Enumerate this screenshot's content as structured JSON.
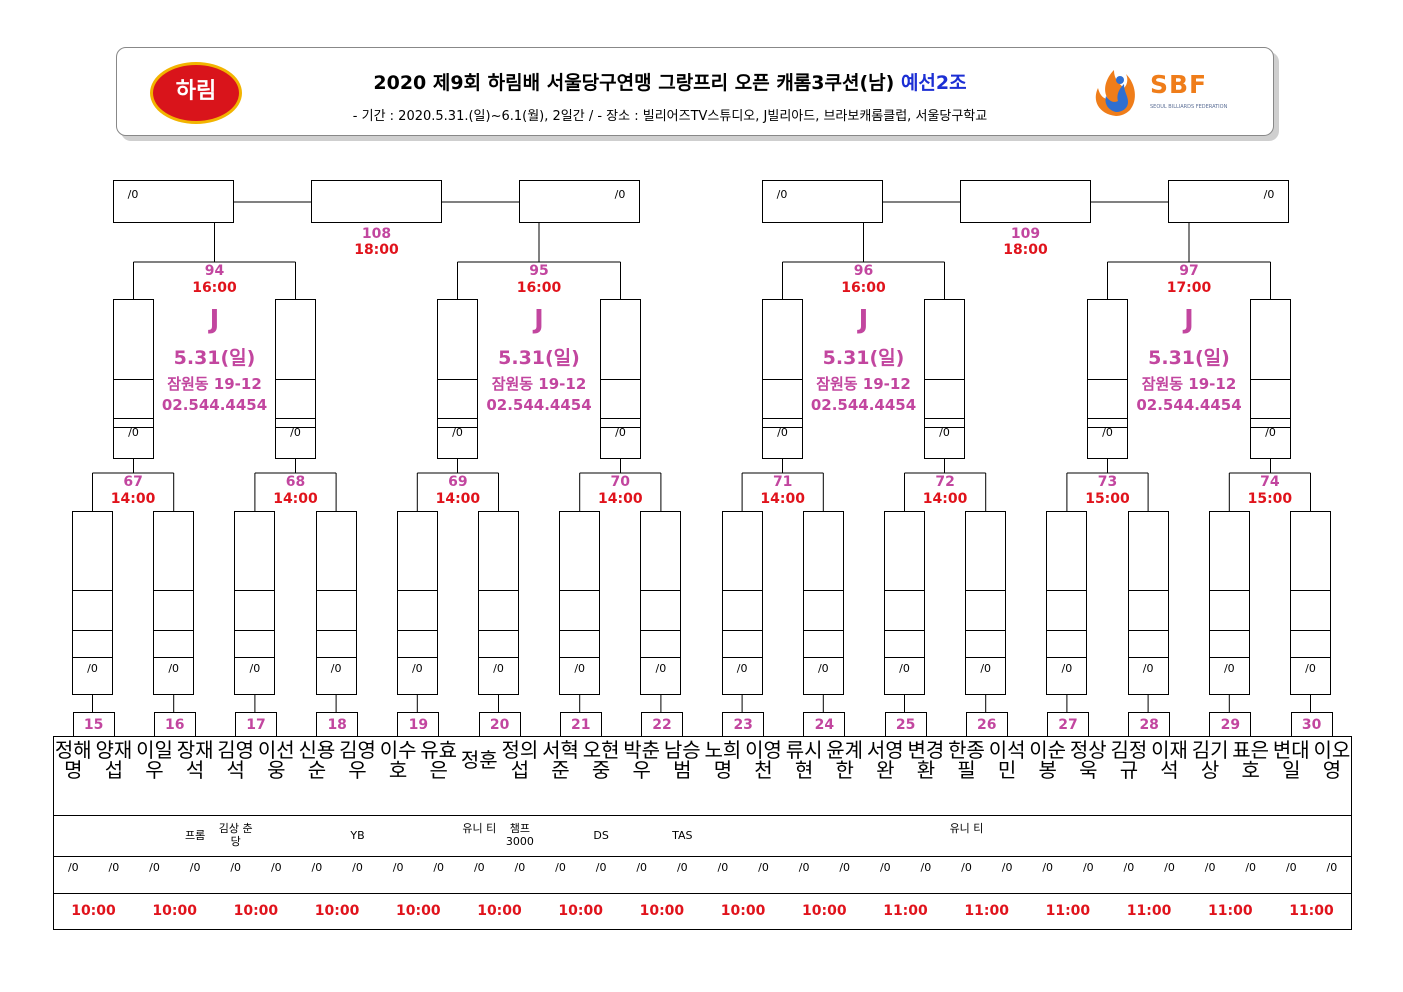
{
  "header": {
    "logo_text": "하림",
    "title_main": "2020 제9회 하림배 서울당구연맹 그랑프리 오픈 캐롬3쿠션(남)",
    "title_group": "예선2조",
    "subtitle": "- 기간 : 2020.5.31.(일)~6.1(월), 2일간 / - 장소 : 빌리어즈TV스튜디오, J빌리아드, 브라보캐롬클럽, 서울당구학교",
    "sbf_text": "SBF",
    "sbf_sub": "SEOUL BILLIARDS FEDERATION"
  },
  "score_mark": "/0",
  "colors": {
    "match_number": "#c2469f",
    "time": "#e0131c",
    "group": "#1c2fd4"
  },
  "finals": [
    {
      "no": "108",
      "time": "18:00"
    },
    {
      "no": "109",
      "time": "18:00"
    }
  ],
  "semis": [
    {
      "no": "94",
      "time": "16:00",
      "venue": "J",
      "date": "5.31(일)",
      "addr": "잠원동 19-12",
      "phone": "02.544.4454"
    },
    {
      "no": "95",
      "time": "16:00",
      "venue": "J",
      "date": "5.31(일)",
      "addr": "잠원동 19-12",
      "phone": "02.544.4454"
    },
    {
      "no": "96",
      "time": "16:00",
      "venue": "J",
      "date": "5.31(일)",
      "addr": "잠원동 19-12",
      "phone": "02.544.4454"
    },
    {
      "no": "97",
      "time": "17:00",
      "venue": "J",
      "date": "5.31(일)",
      "addr": "잠원동 19-12",
      "phone": "02.544.4454"
    }
  ],
  "quarters": [
    {
      "no": "67",
      "time": "14:00"
    },
    {
      "no": "68",
      "time": "14:00"
    },
    {
      "no": "69",
      "time": "14:00"
    },
    {
      "no": "70",
      "time": "14:00"
    },
    {
      "no": "71",
      "time": "14:00"
    },
    {
      "no": "72",
      "time": "14:00"
    },
    {
      "no": "73",
      "time": "15:00"
    },
    {
      "no": "74",
      "time": "15:00"
    }
  ],
  "matches": [
    {
      "no": "15",
      "time": "10:00",
      "players": [
        {
          "name": "정해명",
          "club": ""
        },
        {
          "name": "양재섭",
          "club": ""
        }
      ]
    },
    {
      "no": "16",
      "time": "10:00",
      "players": [
        {
          "name": "이일우",
          "club": ""
        },
        {
          "name": "장재석",
          "club": "프롬"
        }
      ]
    },
    {
      "no": "17",
      "time": "10:00",
      "players": [
        {
          "name": "김영석",
          "club": "김상 춘당"
        },
        {
          "name": "이선웅",
          "club": ""
        }
      ]
    },
    {
      "no": "18",
      "time": "10:00",
      "players": [
        {
          "name": "신용순",
          "club": ""
        },
        {
          "name": "김영우",
          "club": "YB"
        }
      ]
    },
    {
      "no": "19",
      "time": "10:00",
      "players": [
        {
          "name": "이수호",
          "club": ""
        },
        {
          "name": "유효은",
          "club": ""
        }
      ]
    },
    {
      "no": "20",
      "time": "10:00",
      "players": [
        {
          "name": "정훈",
          "club": "유니 티"
        },
        {
          "name": "정의섭",
          "club": "챔프 3000"
        }
      ]
    },
    {
      "no": "21",
      "time": "10:00",
      "players": [
        {
          "name": "서혁준",
          "club": ""
        },
        {
          "name": "오현중",
          "club": "DS"
        }
      ]
    },
    {
      "no": "22",
      "time": "10:00",
      "players": [
        {
          "name": "박춘우",
          "club": ""
        },
        {
          "name": "남승범",
          "club": "TAS"
        }
      ]
    },
    {
      "no": "23",
      "time": "10:00",
      "players": [
        {
          "name": "노희명",
          "club": ""
        },
        {
          "name": "이영천",
          "club": ""
        }
      ]
    },
    {
      "no": "24",
      "time": "10:00",
      "players": [
        {
          "name": "류시현",
          "club": ""
        },
        {
          "name": "윤계한",
          "club": ""
        }
      ]
    },
    {
      "no": "25",
      "time": "11:00",
      "players": [
        {
          "name": "서영완",
          "club": ""
        },
        {
          "name": "변경환",
          "club": ""
        }
      ]
    },
    {
      "no": "26",
      "time": "11:00",
      "players": [
        {
          "name": "한종필",
          "club": "유니 티"
        },
        {
          "name": "이석민",
          "club": ""
        }
      ]
    },
    {
      "no": "27",
      "time": "11:00",
      "players": [
        {
          "name": "이순봉",
          "club": ""
        },
        {
          "name": "정상욱",
          "club": ""
        }
      ]
    },
    {
      "no": "28",
      "time": "11:00",
      "players": [
        {
          "name": "김정규",
          "club": ""
        },
        {
          "name": "이재석",
          "club": ""
        }
      ]
    },
    {
      "no": "29",
      "time": "11:00",
      "players": [
        {
          "name": "김기상",
          "club": ""
        },
        {
          "name": "표은호",
          "club": ""
        }
      ]
    },
    {
      "no": "30",
      "time": "11:00",
      "players": [
        {
          "name": "변대일",
          "club": ""
        },
        {
          "name": "이오영",
          "club": ""
        }
      ]
    }
  ]
}
